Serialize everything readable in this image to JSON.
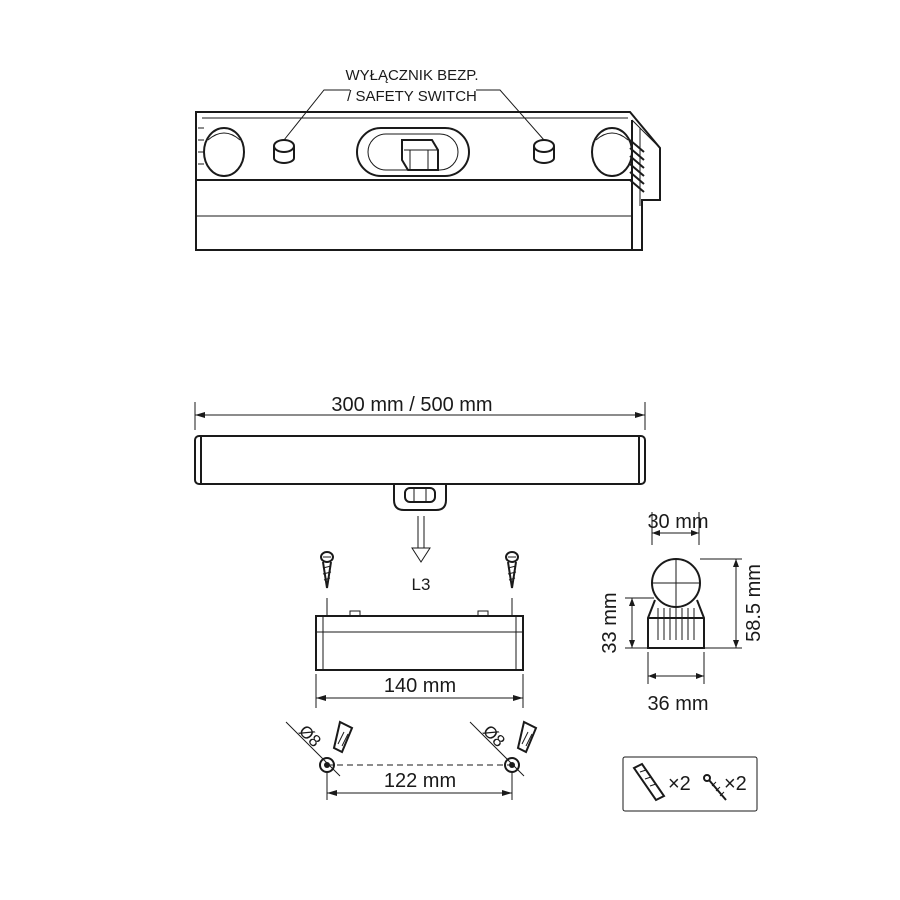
{
  "labels": {
    "switch_line1": "WYŁĄCZNIK BEZP.",
    "switch_line2": "/ SAFETY SWITCH",
    "length": "300 mm / 500 mm",
    "l3": "L3",
    "width_140": "140 mm",
    "hole_d_left": "Ø8",
    "hole_d_right": "Ø8",
    "spacing_122": "122 mm",
    "top_30": "30 mm",
    "bottom_36": "36 mm",
    "left_33": "33 mm",
    "right_58": "58.5 mm",
    "qty_dowel": "×2",
    "qty_screw": "×2"
  },
  "icons": {
    "dowel": "wall-plug-icon",
    "screw": "screw-icon",
    "arrow": "down-arrow-icon"
  },
  "colors": {
    "line": "#1a1a1a",
    "background": "#ffffff"
  }
}
